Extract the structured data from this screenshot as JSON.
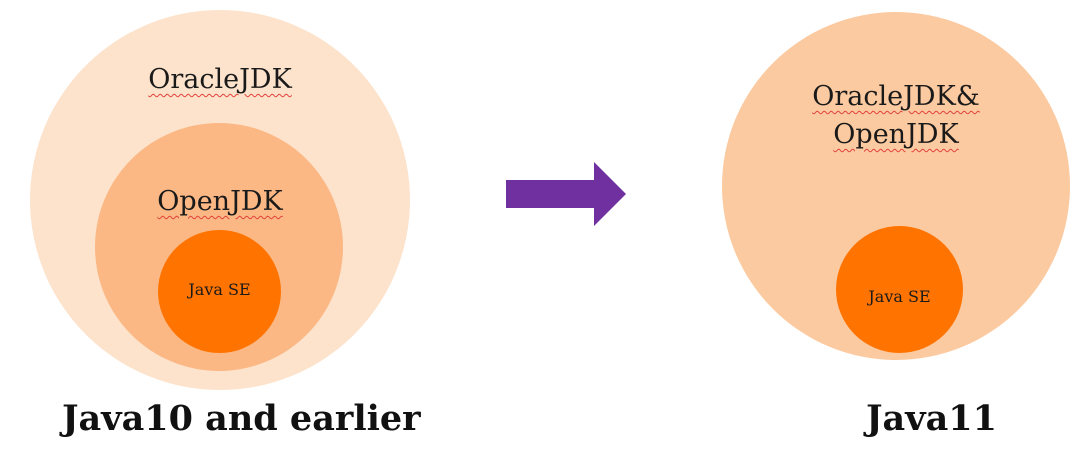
{
  "left_diagram": {
    "outer_label": "OracleJDK",
    "middle_label": "OpenJDK",
    "inner_label": "Java SE",
    "caption": "Java10 and earlier"
  },
  "right_diagram": {
    "outer_label_line1": "OracleJDK&",
    "outer_label_line2": "OpenJDK",
    "inner_label": "Java SE",
    "caption": "Java11"
  },
  "colors": {
    "outer_light": "#fde3cc",
    "middle": "#fbb885",
    "outer_right": "#fccaa0",
    "core": "#ff7300",
    "arrow": "#7030a0"
  },
  "icons": {
    "transition": "right-arrow-icon"
  }
}
